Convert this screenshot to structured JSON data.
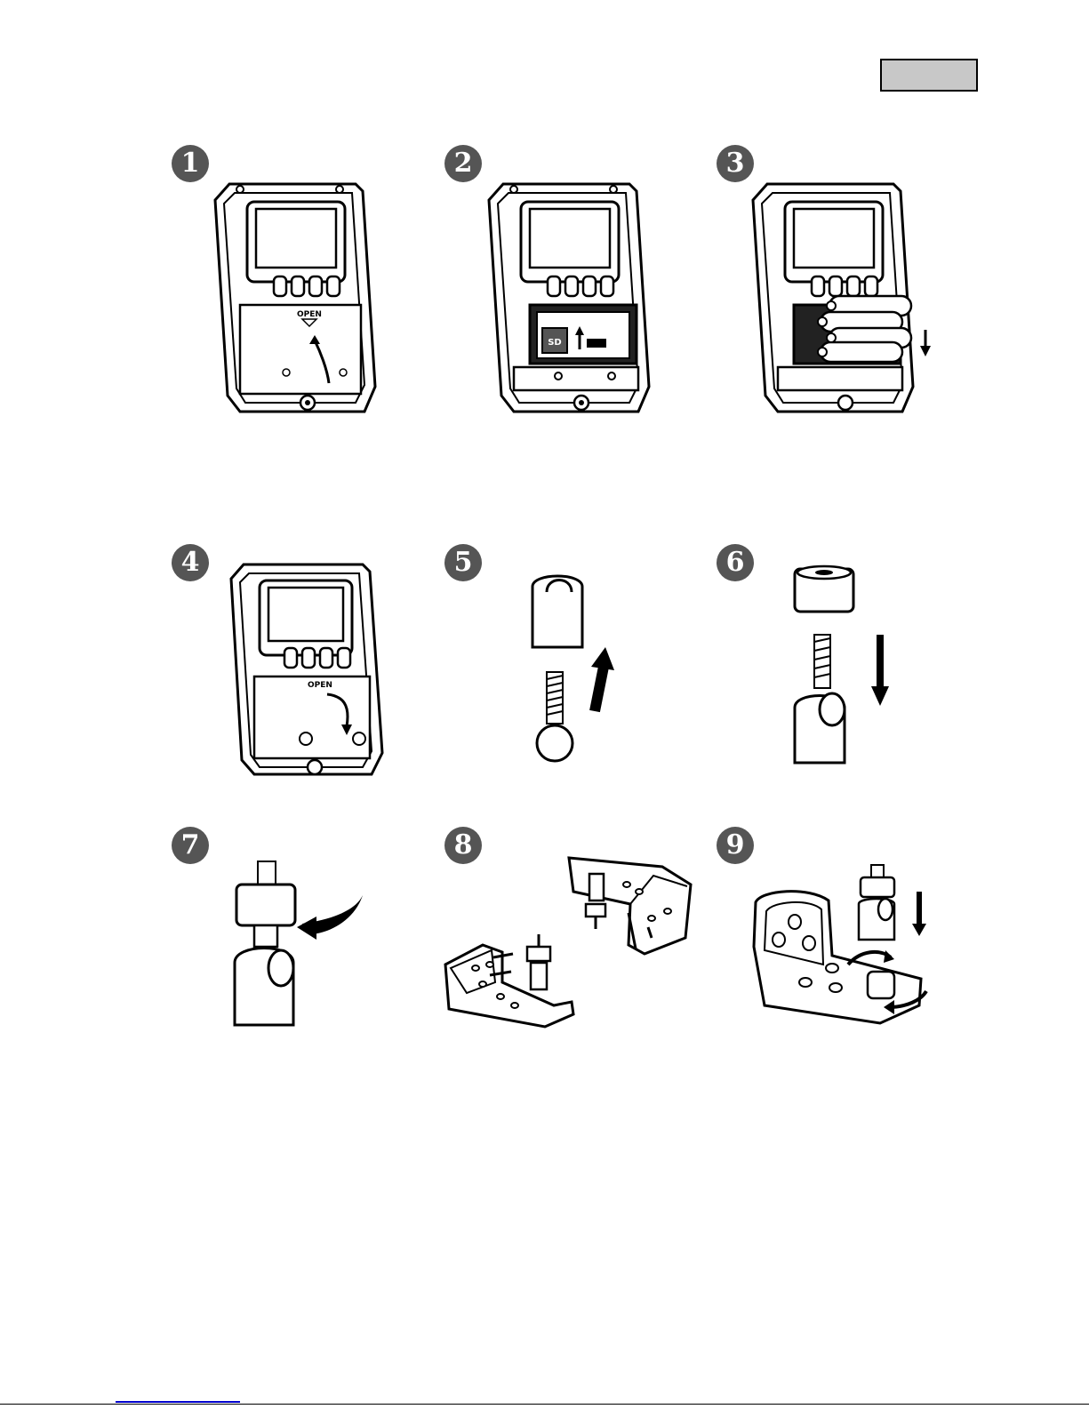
{
  "steps": [
    {
      "number": "1"
    },
    {
      "number": "2"
    },
    {
      "number": "3"
    },
    {
      "number": "4"
    },
    {
      "number": "5"
    },
    {
      "number": "6"
    },
    {
      "number": "7"
    },
    {
      "number": "8"
    },
    {
      "number": "9"
    }
  ],
  "labels": {
    "open": "OPEN",
    "sd": "SD"
  },
  "colors": {
    "badge": "#555555",
    "language_box": "#c8c8c8",
    "footer_link": "#0000cc"
  }
}
